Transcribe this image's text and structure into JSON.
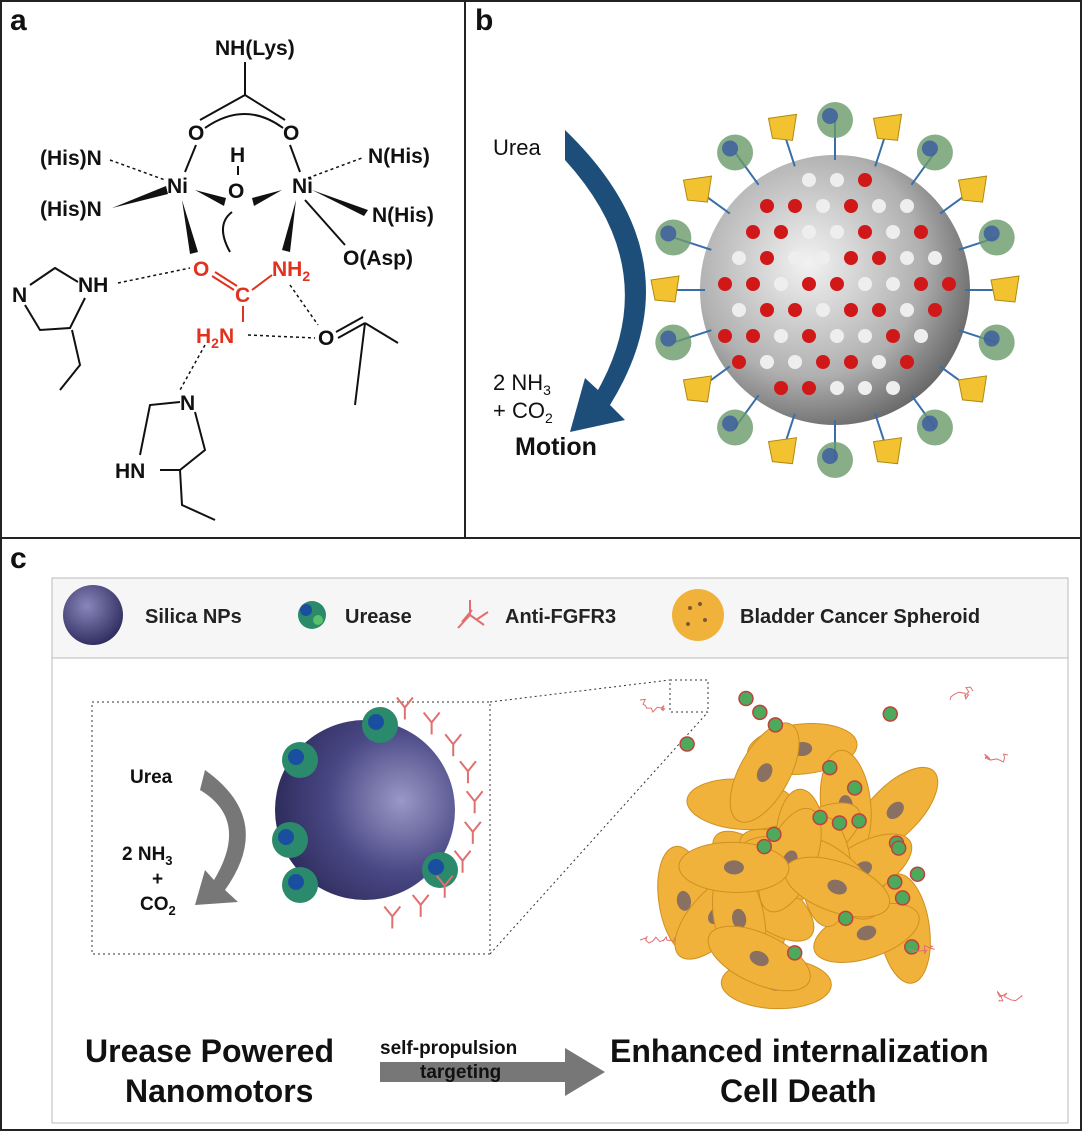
{
  "panels": {
    "a": "a",
    "b": "b",
    "c": "c"
  },
  "panel_a": {
    "lys": "NH(Lys)",
    "o1": "O",
    "o2": "O",
    "h": "H",
    "o_bridge": "O",
    "ni1": "Ni",
    "ni2": "Ni",
    "his1": "(His)N",
    "his2": "(His)N",
    "his3": "N(His)",
    "his4": "N(His)",
    "asp": "O(Asp)",
    "urea_o": "O",
    "urea_c": "C",
    "urea_nh2": "NH",
    "urea_h2n": "H",
    "urea_n": "N",
    "sub2": "2",
    "acetone_o": "O",
    "im1_n": "N",
    "im1_nh": "NH",
    "im2_n": "N",
    "im2_hn": "HN"
  },
  "panel_b": {
    "urea": "Urea",
    "products_line1": "2 NH",
    "sub3": "3",
    "products_line2": "+ CO",
    "sub2": "2",
    "motion": "Motion"
  },
  "panel_c": {
    "legend": [
      "Silica NPs",
      "Urease",
      "Anti-FGFR3",
      "Bladder Cancer Spheroid"
    ],
    "inset": {
      "urea": "Urea",
      "nh3": "2 NH",
      "sub3": "3",
      "plus": "+",
      "co2": "CO",
      "sub2": "2"
    },
    "left_title": [
      "Urease Powered",
      "Nanomotors"
    ],
    "arrow_labels": [
      "self-propulsion",
      "targeting"
    ],
    "right_title": [
      "Enhanced internalization",
      "Cell Death"
    ]
  },
  "colors": {
    "accent_red": "#e0321e",
    "arrow_blue": "#1d4e7a",
    "silica": "#3e3c78",
    "spheroid": "#f0b23a"
  }
}
